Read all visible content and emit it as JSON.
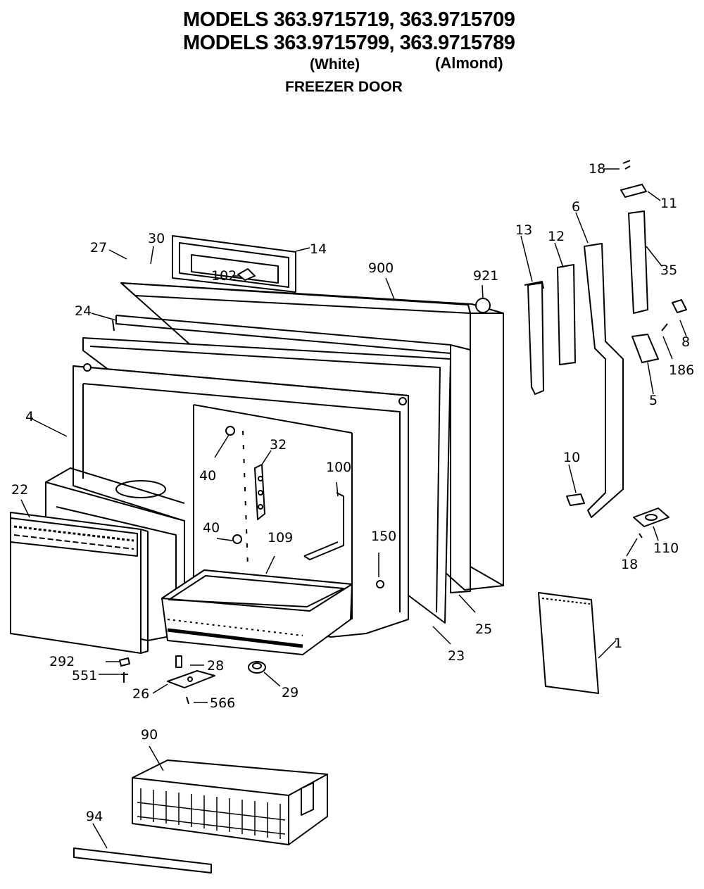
{
  "header": {
    "line1": "MODELS 363.9715719, 363.9715709",
    "line2": "MODELS 363.9715799, 363.9715789",
    "variant_white": "(White)",
    "variant_almond": "(Almond)",
    "section_title": "FREEZER DOOR"
  },
  "callouts": {
    "p1": "1",
    "p4": "4",
    "p5": "5",
    "p6": "6",
    "p8": "8",
    "p10": "10",
    "p11": "11",
    "p12": "12",
    "p13": "13",
    "p14": "14",
    "p18a": "18",
    "p18b": "18",
    "p22": "22",
    "p23": "23",
    "p24": "24",
    "p25": "25",
    "p26": "26",
    "p27": "27",
    "p28": "28",
    "p29": "29",
    "p30": "30",
    "p32": "32",
    "p35": "35",
    "p40a": "40",
    "p40b": "40",
    "p90": "90",
    "p94": "94",
    "p100": "100",
    "p102": "102",
    "p109": "109",
    "p110": "110",
    "p150": "150",
    "p186": "186",
    "p292": "292",
    "p551": "551",
    "p566": "566",
    "p900": "900",
    "p921": "921"
  }
}
